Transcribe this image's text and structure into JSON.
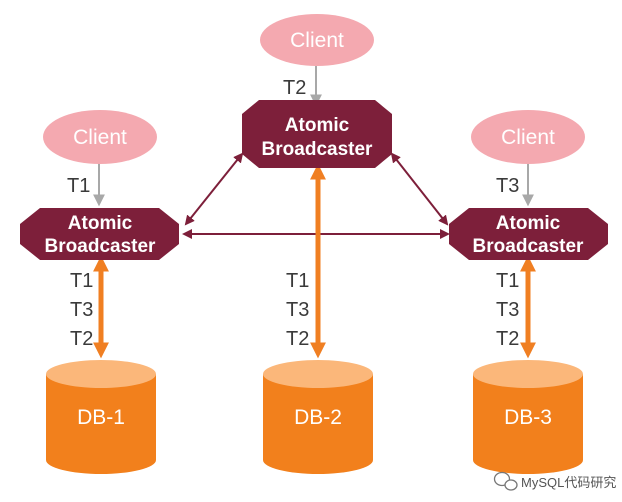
{
  "nodes": {
    "client_top": {
      "label": "Client"
    },
    "client_left": {
      "label": "Client"
    },
    "client_right": {
      "label": "Client"
    },
    "ab_top": {
      "line1": "Atomic",
      "line2": "Broadcaster"
    },
    "ab_left": {
      "line1": "Atomic",
      "line2": "Broadcaster"
    },
    "ab_right": {
      "line1": "Atomic",
      "line2": "Broadcaster"
    },
    "db1": {
      "label": "DB-1"
    },
    "db2": {
      "label": "DB-2"
    },
    "db3": {
      "label": "DB-3"
    }
  },
  "client_labels": {
    "top": "T2",
    "left": "T1",
    "right": "T3"
  },
  "order_labels": {
    "left": [
      "T1",
      "T3",
      "T2"
    ],
    "center": [
      "T1",
      "T3",
      "T2"
    ],
    "right": [
      "T1",
      "T3",
      "T2"
    ]
  },
  "watermark": {
    "text": "MySQL代码研究"
  },
  "colors": {
    "client": "#f4a9b0",
    "broadcaster": "#7d1f3a",
    "db_top": "#fbb77a",
    "db_body": "#f2801c",
    "order_arrow": "#f07f22",
    "link_arrow": "#7d1f3a",
    "client_arrow": "#a8a8a8"
  }
}
